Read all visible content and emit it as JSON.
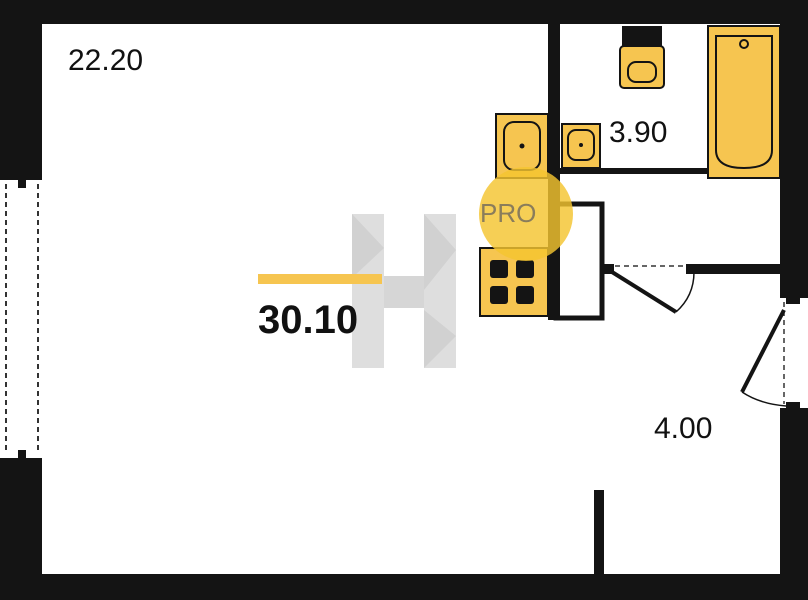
{
  "rooms": {
    "main_area": "22.20",
    "bathroom_area": "3.90",
    "hallway_area": "4.00"
  },
  "total_area": "30.10",
  "watermark": {
    "badge_text": "PRO"
  },
  "colors": {
    "wall": "#141414",
    "fixture": "#f6c550",
    "accent_line": "#f6c550",
    "badge": "#f4c430"
  },
  "icons": [
    "toilet-icon",
    "bathtub-icon",
    "sink-icon",
    "stove-icon",
    "door-icon",
    "window-icon",
    "logo-watermark"
  ]
}
